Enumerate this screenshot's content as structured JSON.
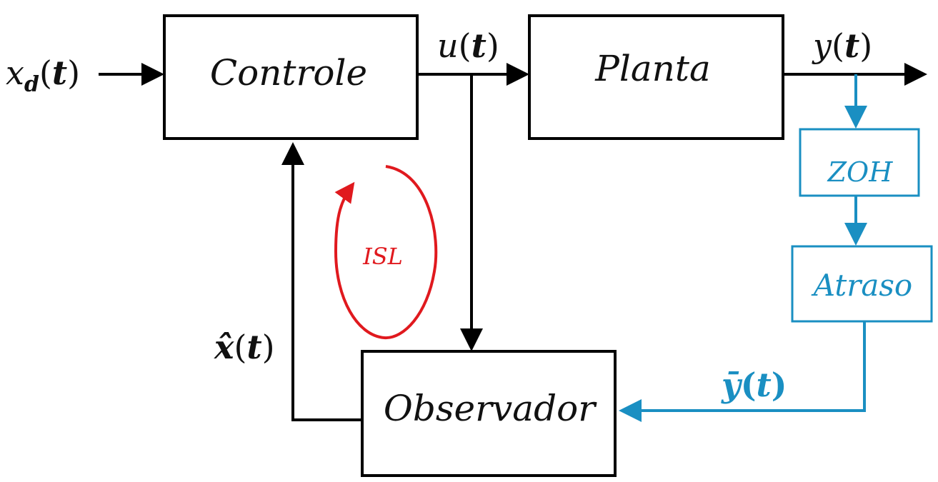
{
  "blocks": {
    "controller": "Controle",
    "plant": "Planta",
    "observer": "Observador",
    "zoh": "ZOH",
    "delay": "Atraso"
  },
  "signals": {
    "reference": {
      "base": "x",
      "sub": "d",
      "arg": "t"
    },
    "control": {
      "base": "u",
      "arg": "t"
    },
    "output": {
      "base": "y",
      "arg": "t"
    },
    "delayed_output": {
      "base": "ȳ",
      "arg": "t"
    },
    "estimate": {
      "base": "x̂",
      "arg": "t"
    },
    "paren_open": "(",
    "paren_close": ")"
  },
  "loop_label": "ISL",
  "colors": {
    "main": "#000000",
    "sampling_path": "#1a8fc2",
    "loop": "#e0191e"
  }
}
